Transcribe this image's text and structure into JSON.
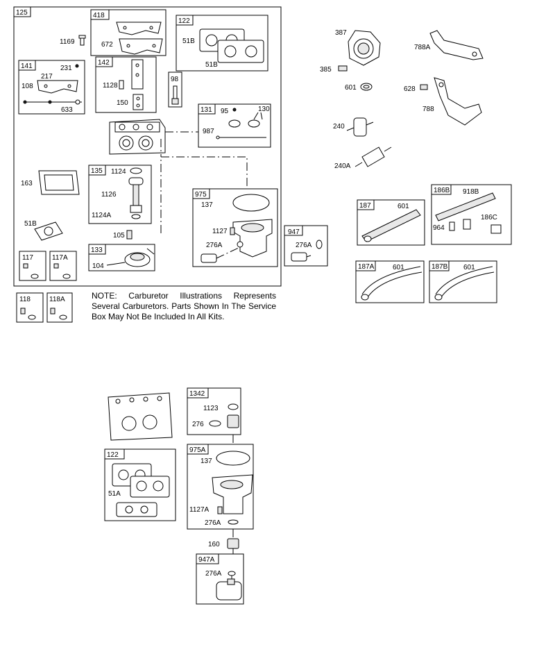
{
  "note": "NOTE: Carburetor Illustrations Represents Several Carburetors. Parts Shown In The Service Box May Not Be Included In All Kits.",
  "kits": {
    "k125": "125",
    "k418": "418",
    "k122": "122",
    "k141": "141",
    "k142": "142",
    "k98": "98",
    "k131": "131",
    "k135": "135",
    "k975": "975",
    "k947": "947",
    "k133": "133",
    "k117": "117",
    "k117a": "117A",
    "k118": "118",
    "k118a": "118A",
    "k187": "187",
    "k186b": "186B",
    "k187a": "187A",
    "k187b": "187B",
    "k1342": "1342",
    "k122b": "122",
    "k975a": "975A",
    "k947a": "947A"
  },
  "parts": {
    "p1169": "1169",
    "p672": "672",
    "p51b_1": "51B",
    "p51b_2": "51B",
    "p217": "217",
    "p231": "231",
    "p108": "108",
    "p633": "633",
    "p1128": "1128",
    "p150": "150",
    "p95": "95",
    "p130": "130",
    "p987": "987",
    "p163": "163",
    "p1124": "1124",
    "p1126": "1126",
    "p1124a": "1124A",
    "p51b_3": "51B",
    "p105": "105",
    "p104": "104",
    "p137": "137",
    "p1127": "1127",
    "p276a_1": "276A",
    "p276a_2": "276A",
    "p387": "387",
    "p385": "385",
    "p601_1": "601",
    "p788a": "788A",
    "p628": "628",
    "p788": "788",
    "p240": "240",
    "p240a": "240A",
    "p601_2": "601",
    "p918b": "918B",
    "p964": "964",
    "p186c": "186C",
    "p601_3": "601",
    "p601_4": "601",
    "p1123": "1123",
    "p276": "276",
    "p51a": "51A",
    "p137b": "137",
    "p1127a": "1127A",
    "p276a_3": "276A",
    "p160": "160",
    "p276a_4": "276A"
  }
}
